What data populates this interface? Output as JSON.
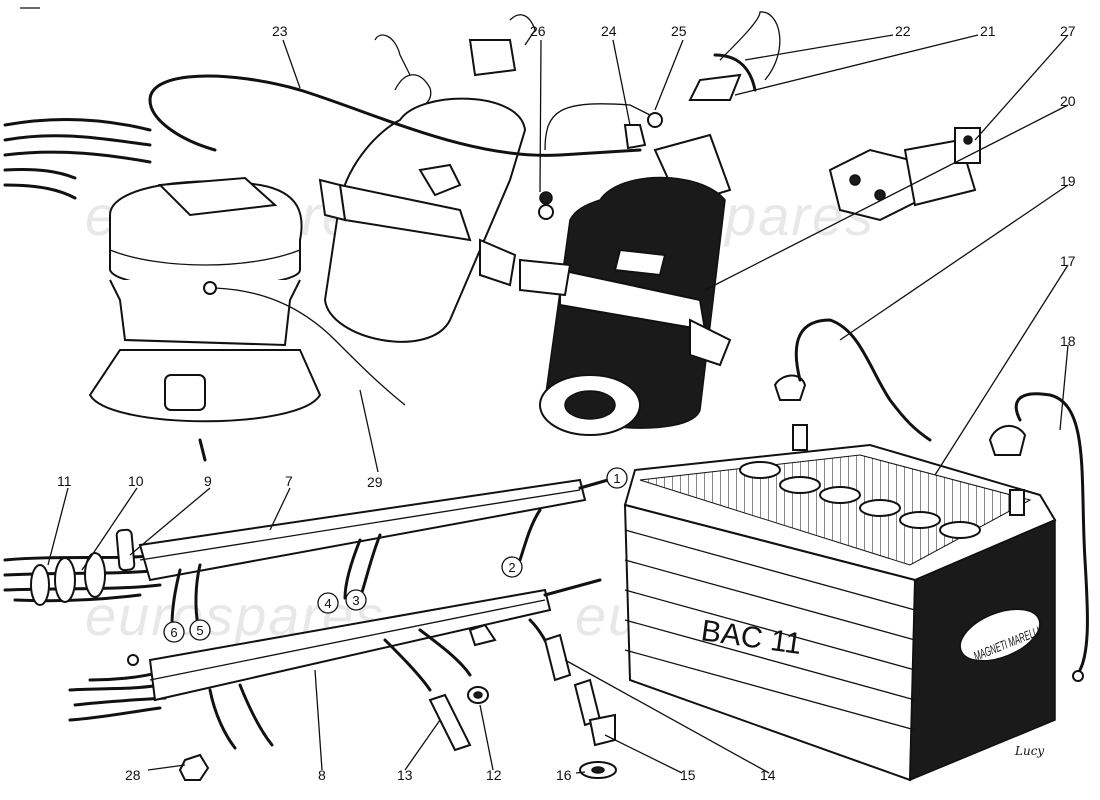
{
  "callouts": [
    {
      "id": "23",
      "text": "23"
    },
    {
      "id": "26",
      "text": "26"
    },
    {
      "id": "24",
      "text": "24"
    },
    {
      "id": "25",
      "text": "25"
    },
    {
      "id": "22",
      "text": "22"
    },
    {
      "id": "21",
      "text": "21"
    },
    {
      "id": "27",
      "text": "27"
    },
    {
      "id": "20",
      "text": "20"
    },
    {
      "id": "19",
      "text": "19"
    },
    {
      "id": "17",
      "text": "17"
    },
    {
      "id": "18",
      "text": "18"
    },
    {
      "id": "29",
      "text": "29"
    },
    {
      "id": "11",
      "text": "11"
    },
    {
      "id": "10",
      "text": "10"
    },
    {
      "id": "9",
      "text": "9"
    },
    {
      "id": "7",
      "text": "7"
    },
    {
      "id": "28",
      "text": "28"
    },
    {
      "id": "8",
      "text": "8"
    },
    {
      "id": "13",
      "text": "13"
    },
    {
      "id": "12",
      "text": "12"
    },
    {
      "id": "16",
      "text": "16"
    },
    {
      "id": "15",
      "text": "15"
    },
    {
      "id": "14",
      "text": "14"
    }
  ],
  "wire_labels": [
    "1",
    "2",
    "3",
    "4",
    "5",
    "6"
  ],
  "battery": {
    "model": "BAC 11",
    "brand": "MAGNETI MARELLI"
  },
  "watermark": "eurospares",
  "signature": "Lucy",
  "colors": {
    "ink": "#111111",
    "paper": "#ffffff",
    "watermark": "#d6d6d6"
  }
}
